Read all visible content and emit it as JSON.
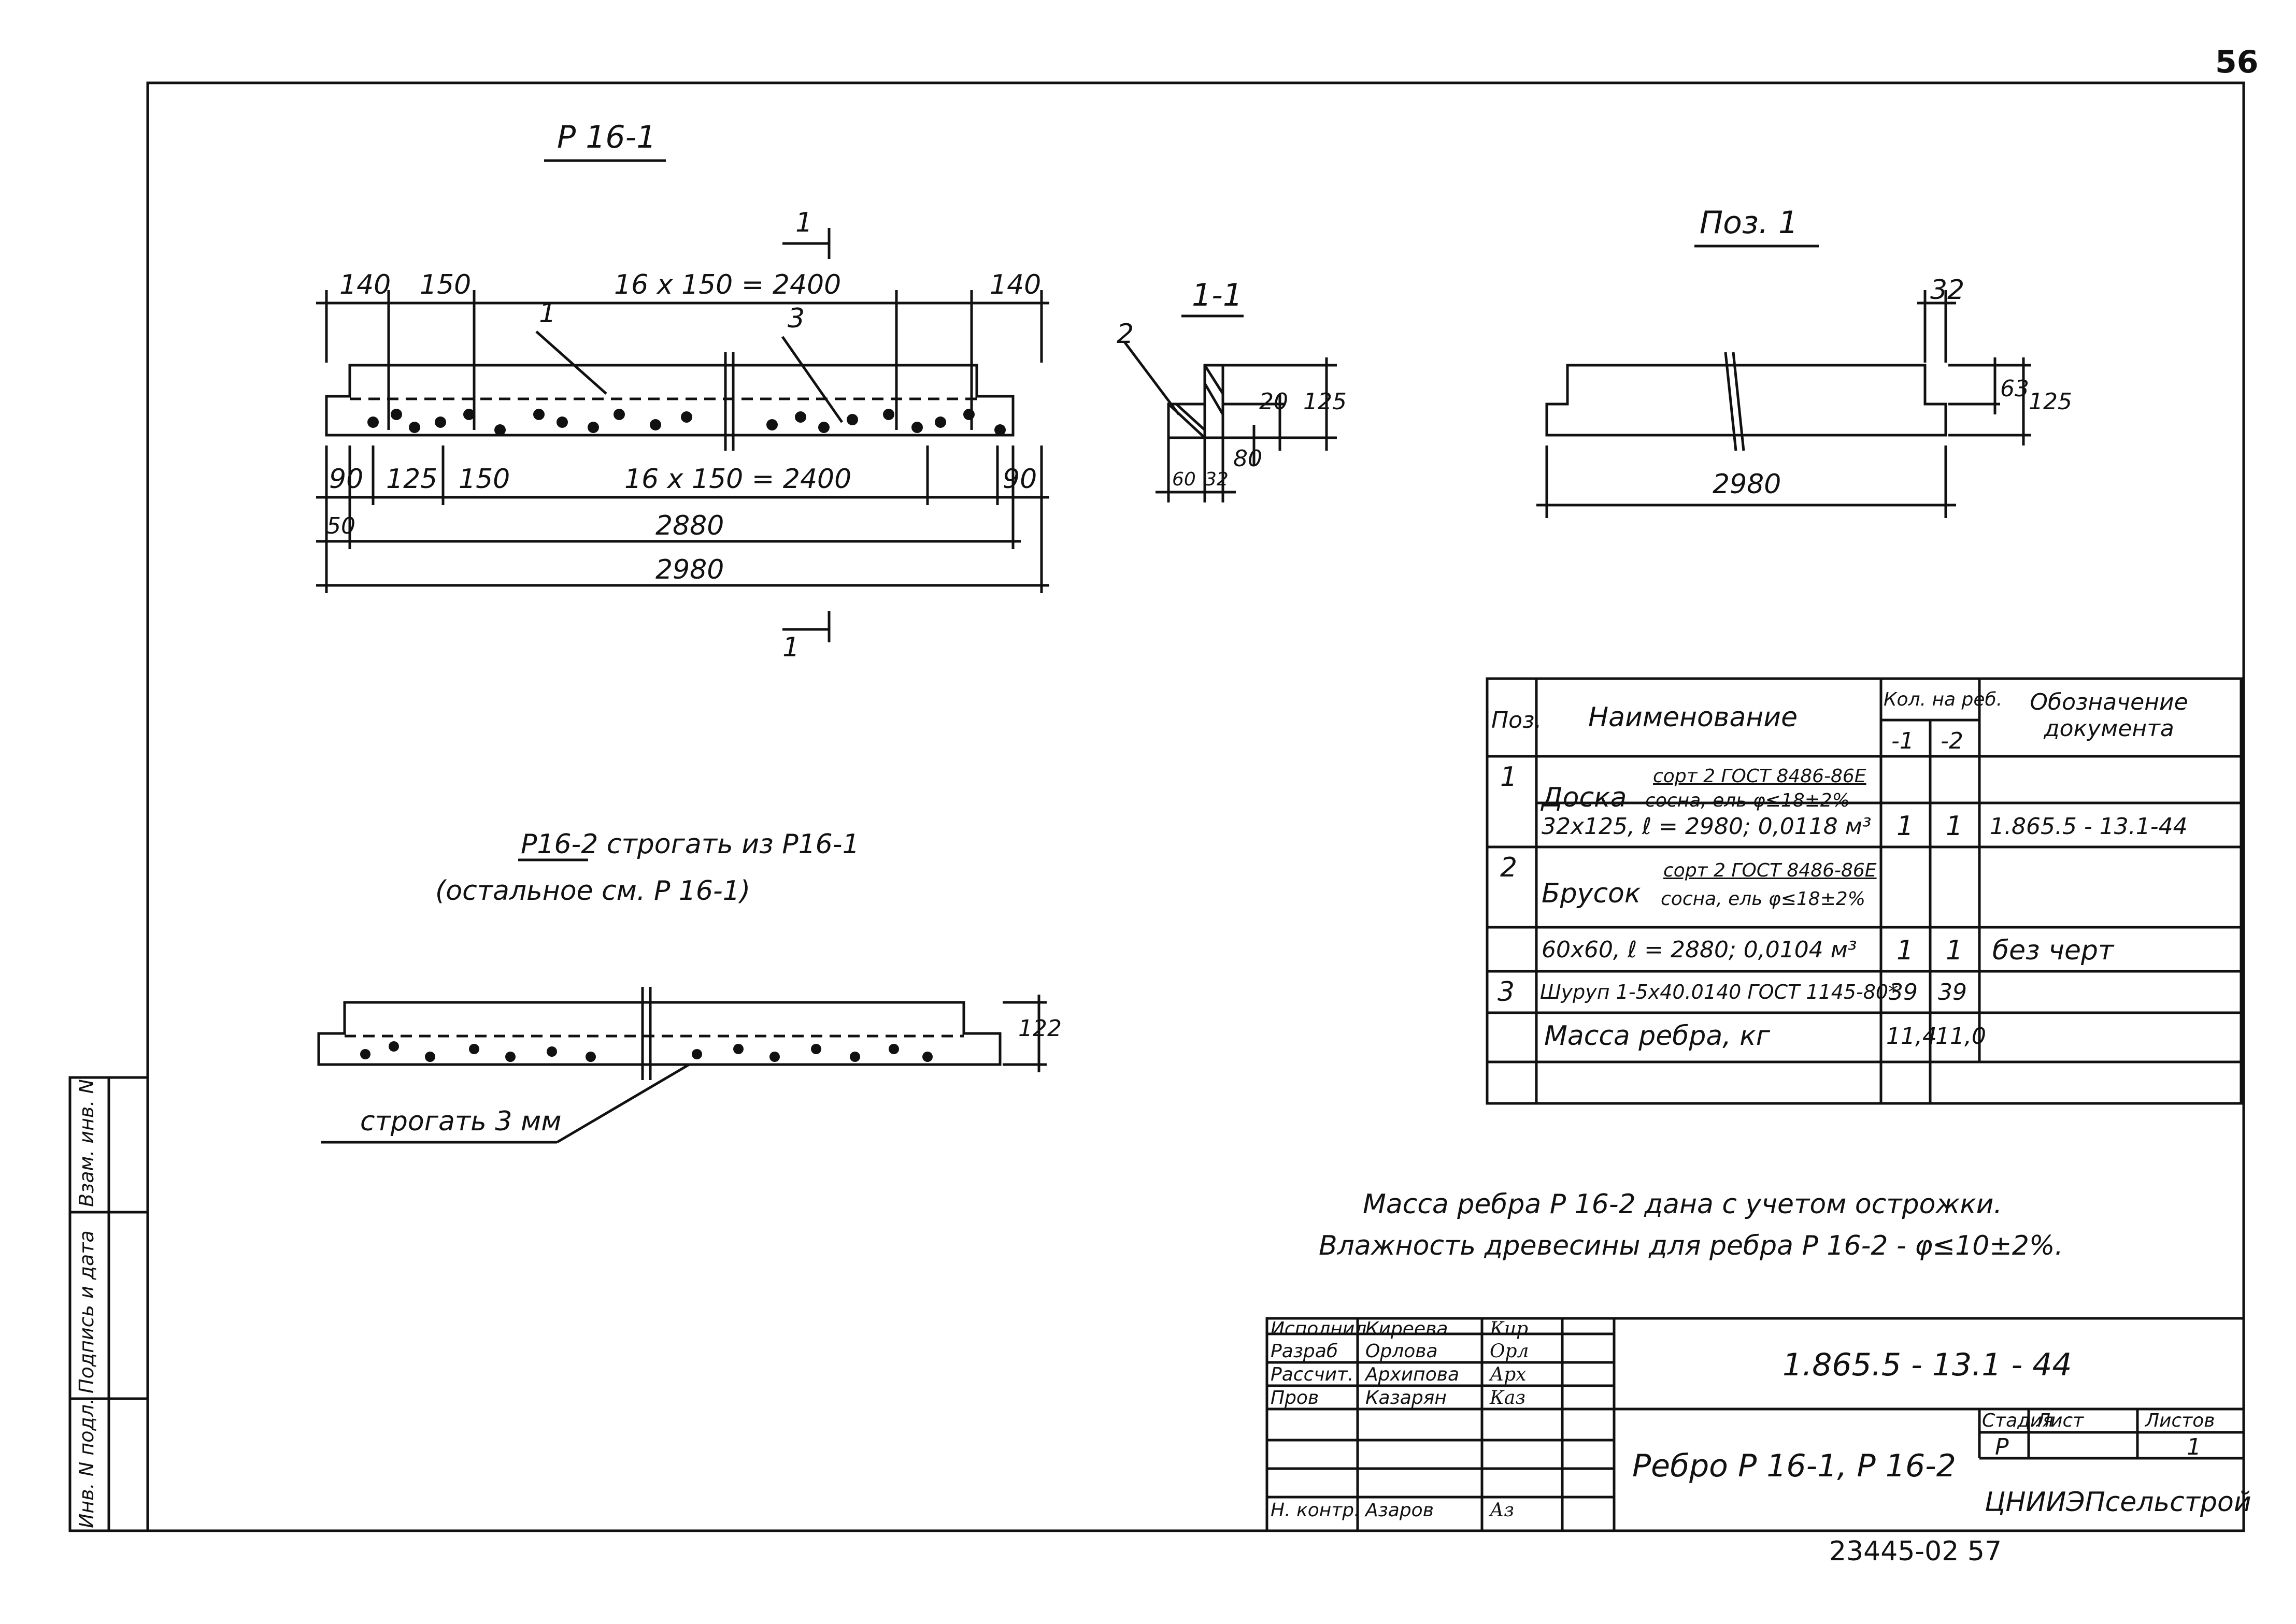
{
  "page_number": "56",
  "view1": {
    "title": "P 16-1",
    "section_mark": "1",
    "dims_top": [
      "140",
      "150",
      "16 x 150 = 2400",
      "140"
    ],
    "dims_bottom": [
      "90",
      "125",
      "150",
      "16 x 150 = 2400",
      "90"
    ],
    "dim_50": "50",
    "dim_2880": "2880",
    "dim_2980": "2980",
    "leaders": [
      "1",
      "3"
    ]
  },
  "section": {
    "title": "1-1",
    "leader": "2",
    "dims_vert": [
      "20",
      "125",
      "80"
    ],
    "dims_horiz": [
      "60",
      "32"
    ]
  },
  "pos1": {
    "title": "Поз. 1",
    "dim_32": "32",
    "dim_63": "63",
    "dim_125": "125",
    "dim_2980": "2980"
  },
  "view2": {
    "note_line1": "P16-2  строгать из P16-1",
    "note_line2": "(остальное  см.  P 16-1)",
    "dim_122": "122",
    "callout": "строгать 3 мм"
  },
  "spec": {
    "headers": {
      "pos": "Поз.",
      "name": "Наименование",
      "qty": "Кол. на реб.",
      "qty1": "-1",
      "qty2": "-2",
      "doc": "Обозначение документа"
    },
    "rows": [
      {
        "pos": "1",
        "name_main": "Доска",
        "name_frac_top": "сорт 2 ГОСТ 8486-86Е",
        "name_frac_bottom": "сосна, ель  φ≤18±2%",
        "q1": "",
        "q2": "",
        "doc": ""
      },
      {
        "pos": "",
        "name": "32x125, ℓ = 2980; 0,0118 м³",
        "q1": "1",
        "q2": "1",
        "doc": "1.865.5 - 13.1-44"
      },
      {
        "pos": "2",
        "name_main": "Брусок",
        "name_frac_top": "сорт 2 ГОСТ 8486-86Е",
        "name_frac_bottom": "сосна, ель φ≤18±2%",
        "q1": "",
        "q2": "",
        "doc": ""
      },
      {
        "pos": "",
        "name": "60x60, ℓ = 2880; 0,0104 м³",
        "q1": "1",
        "q2": "1",
        "doc": "без черт"
      },
      {
        "pos": "3",
        "name": "Шуруп 1-5x40.0140 ГОСТ 1145-80*",
        "q1": "39",
        "q2": "39",
        "doc": ""
      },
      {
        "pos": "",
        "name": "Масса ребра,  кг",
        "q1": "11,4",
        "q2": "11,0",
        "doc": ""
      }
    ]
  },
  "notes": {
    "line1": "Масса  ребра  P 16-2  дана с учетом острожки.",
    "line2": "Влажность  древесины  для  ребра  P 16-2 - φ≤10±2%."
  },
  "side_stamp": [
    "Инв. N подл.",
    "Подпись и дата",
    "Взам. инв. N"
  ],
  "title_block": {
    "roles": [
      "Исполнил",
      "Разраб",
      "Рассчит.",
      "Пров",
      "",
      "",
      "Н. контр."
    ],
    "names": [
      "Киреева",
      "Орлова",
      "Архипова",
      "Казарян",
      "",
      "",
      "Азаров"
    ],
    "signatures": [
      "Кир",
      "Орл",
      "Арх",
      "Каз",
      "",
      "",
      "Аз"
    ],
    "designation": "1.865.5 - 13.1 - 44",
    "title": "Ребро P 16-1,  P 16-2",
    "stage_label": "Стадия",
    "sheet_label": "Лист",
    "sheets_label": "Листов",
    "stage": "P",
    "sheets": "1",
    "org": "ЦНИИЭПсельстрой"
  },
  "footer_code": "23445-02  57"
}
